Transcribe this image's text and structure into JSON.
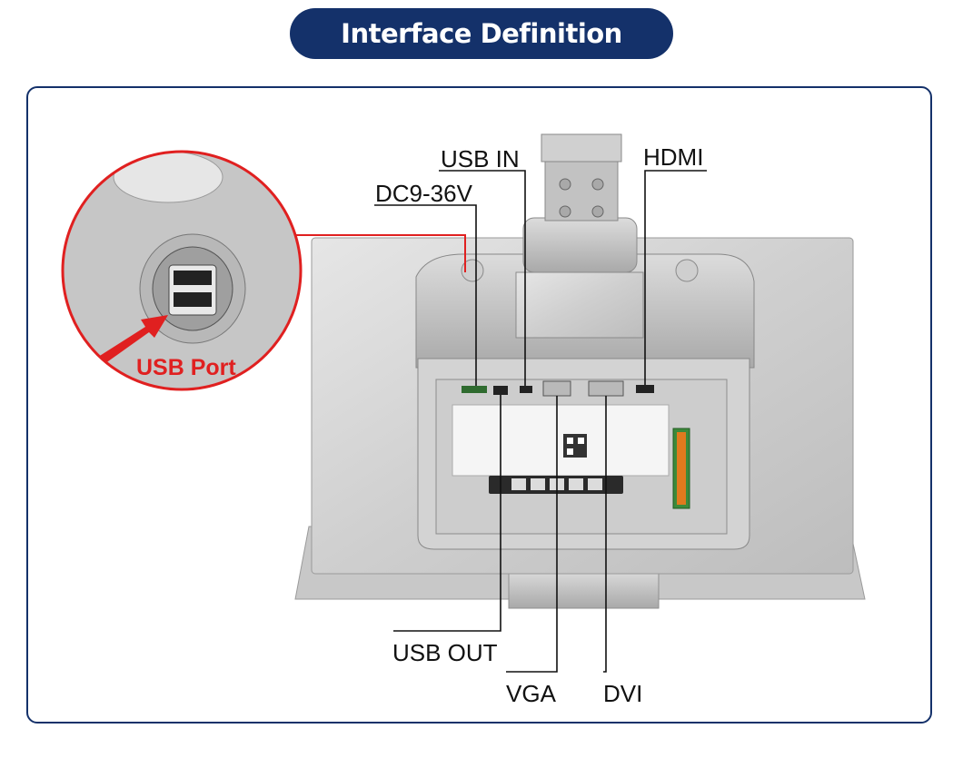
{
  "header": {
    "title": "Interface Definition"
  },
  "callouts": {
    "usb_in": "USB IN",
    "hdmi": "HDMI",
    "dc": "DC9-36V",
    "usb_out": "USB OUT",
    "vga": "VGA",
    "dvi": "DVI"
  },
  "zoom_inset": {
    "label": "USB Port"
  },
  "colors": {
    "brand": "#14316a",
    "accent": "#e02020"
  }
}
